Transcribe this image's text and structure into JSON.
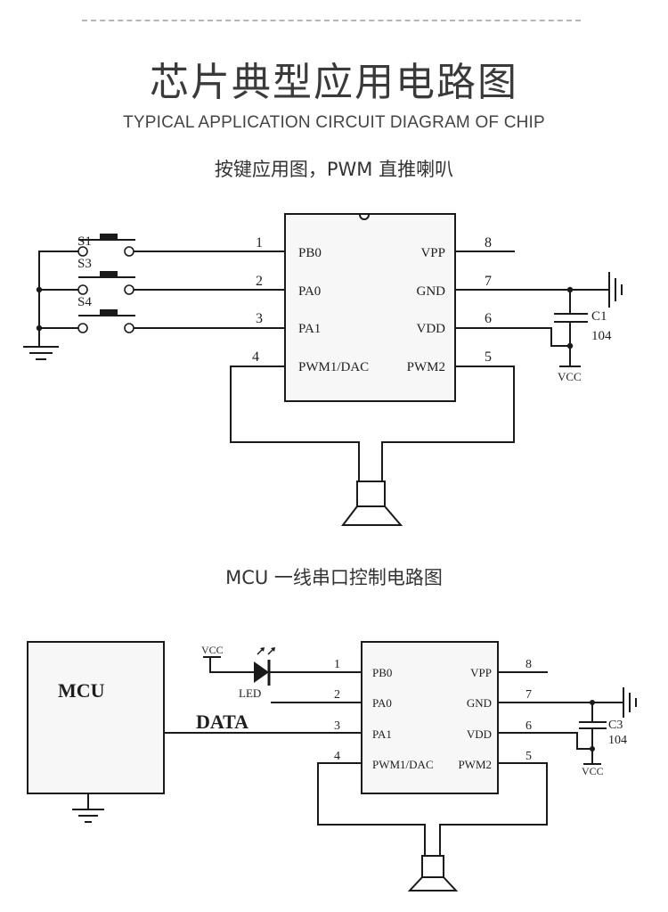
{
  "header": {
    "title_cn": "芯片典型应用电路图",
    "title_en": "TYPICAL APPLICATION CIRCUIT DIAGRAM OF CHIP"
  },
  "diagram1": {
    "caption": "按键应用图，PWM 直推喇叭",
    "switches": [
      "S1",
      "S3",
      "S4"
    ],
    "chip_pins_left": [
      {
        "num": "1",
        "name": "PB0"
      },
      {
        "num": "2",
        "name": "PA0"
      },
      {
        "num": "3",
        "name": "PA1"
      },
      {
        "num": "4",
        "name": "PWM1/DAC"
      }
    ],
    "chip_pins_right": [
      {
        "num": "8",
        "name": "VPP"
      },
      {
        "num": "7",
        "name": "GND"
      },
      {
        "num": "6",
        "name": "VDD"
      },
      {
        "num": "5",
        "name": "PWM2"
      }
    ],
    "capacitor": {
      "ref": "C1",
      "value": "104"
    },
    "supply_label": "VCC"
  },
  "diagram2": {
    "caption": "MCU 一线串口控制电路图",
    "mcu_label": "MCU",
    "data_label": "DATA",
    "led_label": "LED",
    "led_supply_label": "VCC",
    "chip_pins_left": [
      {
        "num": "1",
        "name": "PB0"
      },
      {
        "num": "2",
        "name": "PA0"
      },
      {
        "num": "3",
        "name": "PA1"
      },
      {
        "num": "4",
        "name": "PWM1/DAC"
      }
    ],
    "chip_pins_right": [
      {
        "num": "8",
        "name": "VPP"
      },
      {
        "num": "7",
        "name": "GND"
      },
      {
        "num": "6",
        "name": "VDD"
      },
      {
        "num": "5",
        "name": "PWM2"
      }
    ],
    "capacitor": {
      "ref": "C3",
      "value": "104"
    },
    "supply_label": "VCC"
  }
}
